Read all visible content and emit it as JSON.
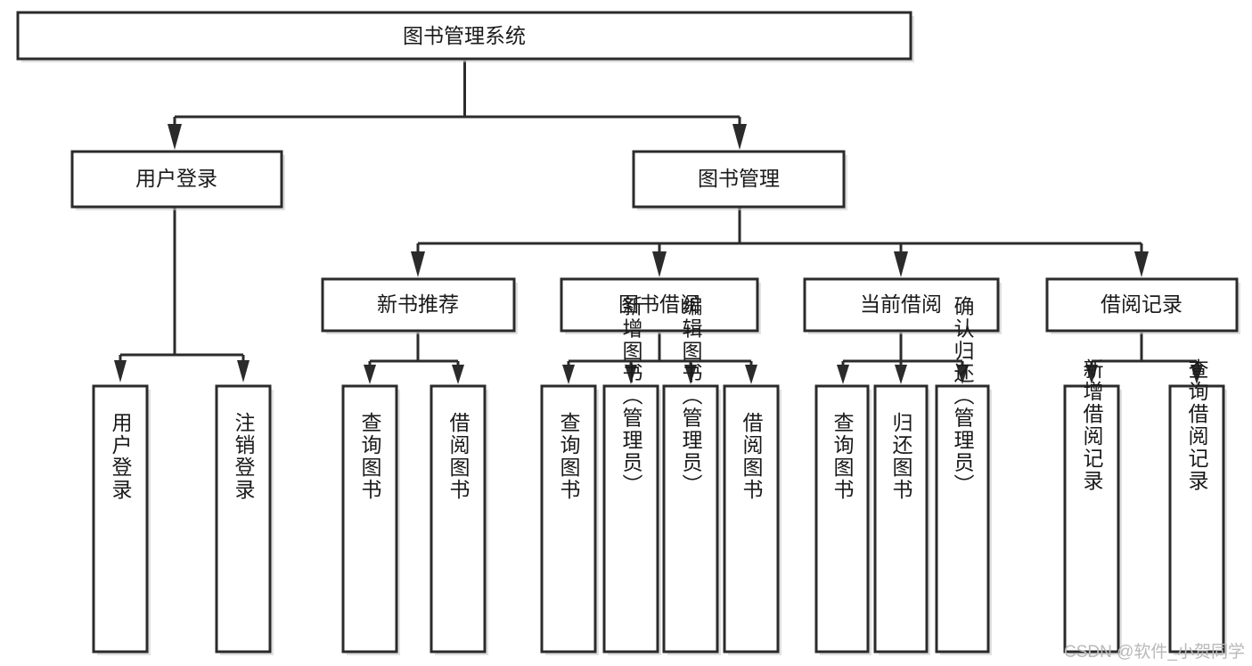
{
  "diagram": {
    "title": "图书管理系统",
    "type": "tree-hierarchy-diagram",
    "colors": {
      "box_stroke": "#2b2b2b",
      "box_fill": "#ffffff",
      "connector": "#2b2b2b",
      "background": "#ffffff",
      "watermark": "#b9b9b9"
    },
    "root": {
      "id": "root",
      "label": "图书管理系统"
    },
    "level2": [
      {
        "id": "user-login",
        "label": "用户登录"
      },
      {
        "id": "book-management",
        "label": "图书管理"
      }
    ],
    "level3": [
      {
        "id": "new-book-recommend",
        "label": "新书推荐",
        "parent": "book-management"
      },
      {
        "id": "book-borrow",
        "label": "图书借阅",
        "parent": "book-management"
      },
      {
        "id": "current-borrow",
        "label": "当前借阅",
        "parent": "book-management"
      },
      {
        "id": "borrow-record",
        "label": "借阅记录",
        "parent": "book-management"
      }
    ],
    "leaves": {
      "user_login": [
        {
          "id": "leaf-user-login",
          "label": "用户登录"
        },
        {
          "id": "leaf-user-logout",
          "label": "注销登录"
        }
      ],
      "new_book_recommend": [
        {
          "id": "leaf-query-book-1",
          "label": "查询图书"
        },
        {
          "id": "leaf-borrow-book-1",
          "label": "借阅图书"
        }
      ],
      "book_borrow": [
        {
          "id": "leaf-query-book-2",
          "label": "查询图书"
        },
        {
          "id": "leaf-add-book",
          "label": "新增图书（管理员）"
        },
        {
          "id": "leaf-edit-book",
          "label": "编辑图书（管理员）"
        },
        {
          "id": "leaf-borrow-book-2",
          "label": "借阅图书"
        }
      ],
      "current_borrow": [
        {
          "id": "leaf-query-book-3",
          "label": "查询图书"
        },
        {
          "id": "leaf-return-book",
          "label": "归还图书"
        },
        {
          "id": "leaf-confirm-return",
          "label": "确认归还（管理员）"
        }
      ],
      "borrow_record": [
        {
          "id": "leaf-add-record",
          "label": "新增借阅记录"
        },
        {
          "id": "leaf-query-record",
          "label": "查询借阅记录"
        }
      ]
    }
  },
  "watermark": {
    "text": "CSDN @软件_小贺同学"
  }
}
